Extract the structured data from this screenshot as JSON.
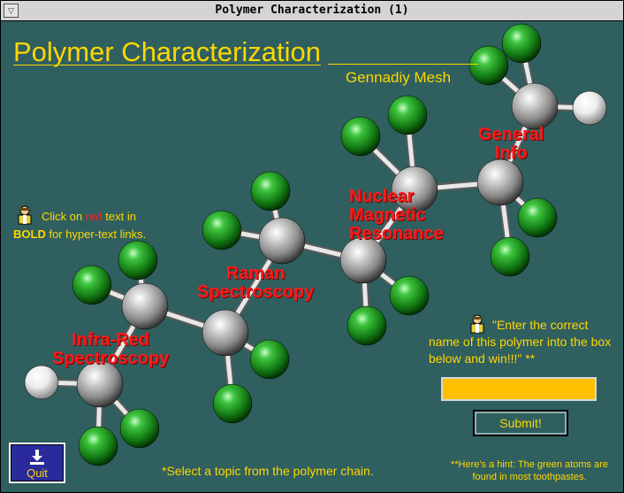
{
  "window": {
    "title": "Polymer Characterization (1)"
  },
  "header": {
    "title": "Polymer Characterization",
    "author": "Gennadiy Mesh"
  },
  "instructions": {
    "part1": "Click on ",
    "red_word": "red",
    "part2": " text in ",
    "bold_word": "BOLD",
    "part3": " for hyper-text links."
  },
  "topics": {
    "infrared": [
      "Infra-Red",
      "Spectroscopy"
    ],
    "raman": [
      "Raman",
      "Spectroscopy"
    ],
    "nmr": [
      "Nuclear",
      "Magnetic",
      "Resonance"
    ],
    "general": [
      "General",
      "Info"
    ]
  },
  "contest": {
    "prompt": "\"Enter the correct name of this polymer into the box below and win!!!\" **",
    "answer_value": "",
    "submit_label": "Submit!"
  },
  "quit": {
    "label": "Quit"
  },
  "footer": {
    "select_text": "*Select a topic from the polymer chain."
  },
  "hint": {
    "text": "**Here's a hint: The green atoms are found in most toothpastes."
  },
  "colors": {
    "background": "#2f5f5f",
    "text_yellow": "#ffd700",
    "link_red": "#ff1a1a",
    "fluorine_green": "#1e9a1e",
    "carbon_gray": "#a0a0a0",
    "hydrogen_white": "#f0f0f0"
  },
  "icons": [
    "window-menu-icon",
    "molecule-graphic",
    "person-icon",
    "quit-icon"
  ]
}
